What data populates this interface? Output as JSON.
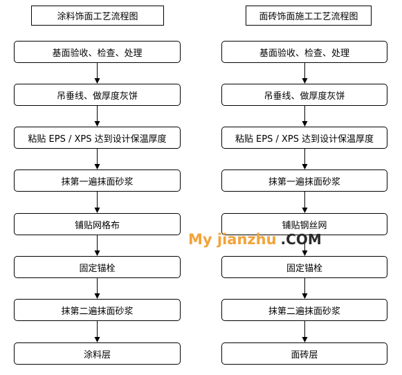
{
  "left_flow": {
    "title": "涂料饰面工艺流程图",
    "steps": [
      "基面验收、检查、处理",
      "吊垂线、做厚度灰饼",
      "粘贴 EPS / XPS 达到设计保温厚度",
      "抹第一遍抹面砂浆",
      "铺贴网格布",
      "固定锚栓",
      "抹第二遍抹面砂浆",
      "涂料层"
    ]
  },
  "right_flow": {
    "title": "面砖饰面施工工艺流程图",
    "steps": [
      "基面验收、检查、处理",
      "吊垂线、做厚度灰饼",
      "粘贴 EPS / XPS 达到设计保温厚度",
      "抹第一遍抹面砂浆",
      "铺贴钢丝网",
      "固定锚栓",
      "抹第二遍抹面砂浆",
      "面砖层"
    ]
  },
  "watermark": {
    "brand": "My jianzhu",
    "suffix": ".COM"
  }
}
